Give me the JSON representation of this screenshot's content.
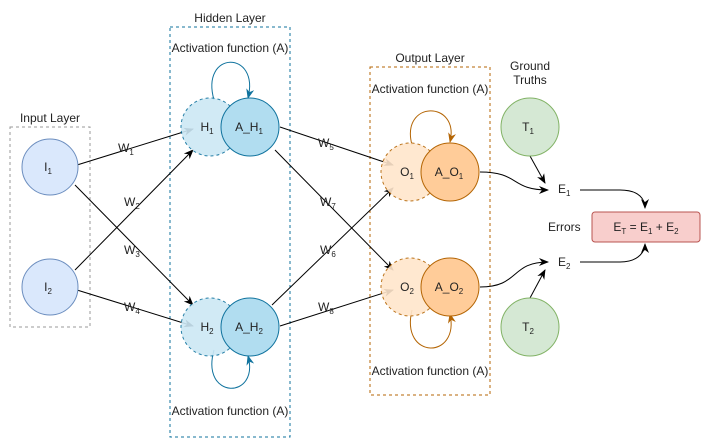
{
  "layers": {
    "input": "Input Layer",
    "hidden": "Hidden Layer",
    "output": "Output Layer",
    "ground_truths_line1": "Ground",
    "ground_truths_line2": "Truths"
  },
  "activation_label": "Activation function (A)",
  "nodes": {
    "i1": {
      "main": "I",
      "sub": "1"
    },
    "i2": {
      "main": "I",
      "sub": "2"
    },
    "h1": {
      "main": "H",
      "sub": "1"
    },
    "h2": {
      "main": "H",
      "sub": "2"
    },
    "ah1": {
      "main": "A_H",
      "sub": "1"
    },
    "ah2": {
      "main": "A_H",
      "sub": "2"
    },
    "o1": {
      "main": "O",
      "sub": "1"
    },
    "o2": {
      "main": "O",
      "sub": "2"
    },
    "ao1": {
      "main": "A_O",
      "sub": "1"
    },
    "ao2": {
      "main": "A_O",
      "sub": "2"
    },
    "t1": {
      "main": "T",
      "sub": "1"
    },
    "t2": {
      "main": "T",
      "sub": "2"
    }
  },
  "weights": {
    "w1": {
      "main": "W",
      "sub": "1"
    },
    "w2": {
      "main": "W",
      "sub": "2"
    },
    "w3": {
      "main": "W",
      "sub": "3"
    },
    "w4": {
      "main": "W",
      "sub": "4"
    },
    "w5": {
      "main": "W",
      "sub": "5"
    },
    "w6": {
      "main": "W",
      "sub": "6"
    },
    "w7": {
      "main": "W",
      "sub": "7"
    },
    "w8": {
      "main": "W",
      "sub": "8"
    }
  },
  "errors": {
    "label": "Errors",
    "e1": {
      "main": "E",
      "sub": "1"
    },
    "e2": {
      "main": "E",
      "sub": "2"
    },
    "total": {
      "et": "E",
      "et_sub": "T",
      "eq": " = E",
      "e1_sub": "1",
      "plus": " + E",
      "e2_sub": "2"
    }
  },
  "colors": {
    "input_fill": "#dae8fc",
    "input_stroke": "#6c8ebf",
    "hidden_fill": "#b1ddf0",
    "hidden_fill_light": "#cde8f5",
    "hidden_stroke": "#10739e",
    "output_fill": "#ffcc99",
    "output_fill_light": "#ffe6cc",
    "output_stroke": "#b46504",
    "truth_fill": "#d5e8d4",
    "truth_stroke": "#82b366",
    "error_fill": "#f8cecc",
    "error_stroke": "#b85450"
  }
}
